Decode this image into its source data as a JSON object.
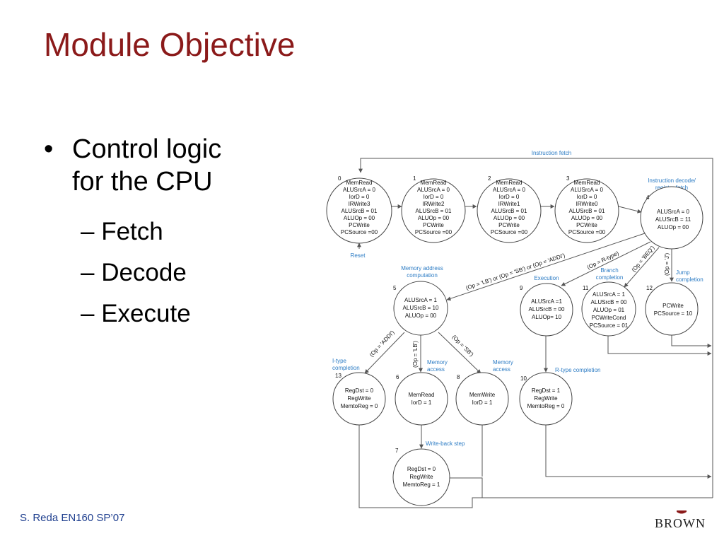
{
  "slide": {
    "title": "Module Objective",
    "bullets": [
      "Control logic",
      "for the CPU"
    ],
    "sub_bullets": [
      "– Fetch",
      "– Decode",
      "– Execute"
    ],
    "footer": "S. Reda EN160 SP’07",
    "logo_text": "BROWN"
  },
  "diagram": {
    "labels": {
      "instruction_fetch": "Instruction fetch",
      "decode_1": "Instruction decode/",
      "decode_2": "register fetch",
      "reset": "Reset",
      "mem_addr_1": "Memory address",
      "mem_addr_2": "computation",
      "execution": "Execution",
      "branch_1": "Branch",
      "branch_2": "completion",
      "jump_1": "Jump",
      "jump_2": "completion",
      "itype_1": "I-type",
      "itype_2": "completion",
      "mem_access_1": "Memory",
      "mem_access_2": "access",
      "mem_access_b1": "Memory",
      "mem_access_b2": "access",
      "rtype": "R-type completion",
      "writeback": "Write-back step"
    },
    "conditions": {
      "c5": "(Op = 'LB') or (Op = 'SB') or (Op = 'ADDI')",
      "c9": "(Op = R-type)",
      "c11": "(Op = 'BEQ')",
      "c12": "(Op = 'J')",
      "c13": "(Op = 'ADDI')",
      "c6": "(Op = 'LB')",
      "c8": "(Op = 'SB')"
    },
    "states": {
      "s0": {
        "num": "0",
        "lines": [
          "MemRead",
          "ALUSrcA = 0",
          "IorD = 0",
          "IRWrite3",
          "ALUSrcB = 01",
          "ALUOp = 00",
          "PCWrite",
          "PCSource =00"
        ]
      },
      "s1": {
        "num": "1",
        "lines": [
          "MemRead",
          "ALUSrcA = 0",
          "IorD = 0",
          "IRWrite2",
          "ALUSrcB = 01",
          "ALUOp = 00",
          "PCWrite",
          "PCSource =00"
        ]
      },
      "s2": {
        "num": "2",
        "lines": [
          "MemRead",
          "ALUSrcA = 0",
          "IorD = 0",
          "IRWrite1",
          "ALUSrcB = 01",
          "ALUOp = 00",
          "PCWrite",
          "PCSource =00"
        ]
      },
      "s3": {
        "num": "3",
        "lines": [
          "MemRead",
          "ALUSrcA = 0",
          "IorD = 0",
          "IRWrite0",
          "ALUSrcB = 01",
          "ALUOp = 00",
          "PCWrite",
          "PCSource =00"
        ]
      },
      "s4": {
        "num": "4",
        "lines": [
          "ALUSrcA = 0",
          "ALUSrcB = 11",
          "ALUOp = 00"
        ]
      },
      "s5": {
        "num": "5",
        "lines": [
          "ALUSrcA = 1",
          "ALUSrcB = 10",
          "ALUOp = 00"
        ]
      },
      "s9": {
        "num": "9",
        "lines": [
          "ALUSrcA =1",
          "ALUSrcB = 00",
          "ALUOp= 10"
        ]
      },
      "s11": {
        "num": "11",
        "lines": [
          "ALUSrcA = 1",
          "ALUSrcB = 00",
          "ALUOp = 01",
          "PCWriteCond",
          "PCSource = 01"
        ]
      },
      "s12": {
        "num": "12",
        "lines": [
          "PCWrite",
          "PCSource = 10"
        ]
      },
      "s13": {
        "num": "13",
        "lines": [
          "RegDst = 0",
          "RegWrite",
          "MemtoReg = 0"
        ]
      },
      "s6": {
        "num": "6",
        "lines": [
          "MemRead",
          "IorD = 1"
        ]
      },
      "s8": {
        "num": "8",
        "lines": [
          "MemWrite",
          "IorD = 1"
        ]
      },
      "s10": {
        "num": "10",
        "lines": [
          "RegDst = 1",
          "RegWrite",
          "MemtoReg = 0"
        ]
      },
      "s7": {
        "num": "7",
        "lines": [
          "RegDst = 0",
          "RegWrite",
          "MemtoReg = 1"
        ]
      }
    }
  },
  "colors": {
    "title": "#8b1a1a",
    "footer": "#1f3f8f",
    "diagram_label": "#2b7bc4",
    "logo_shield": "#8b1a1a"
  }
}
